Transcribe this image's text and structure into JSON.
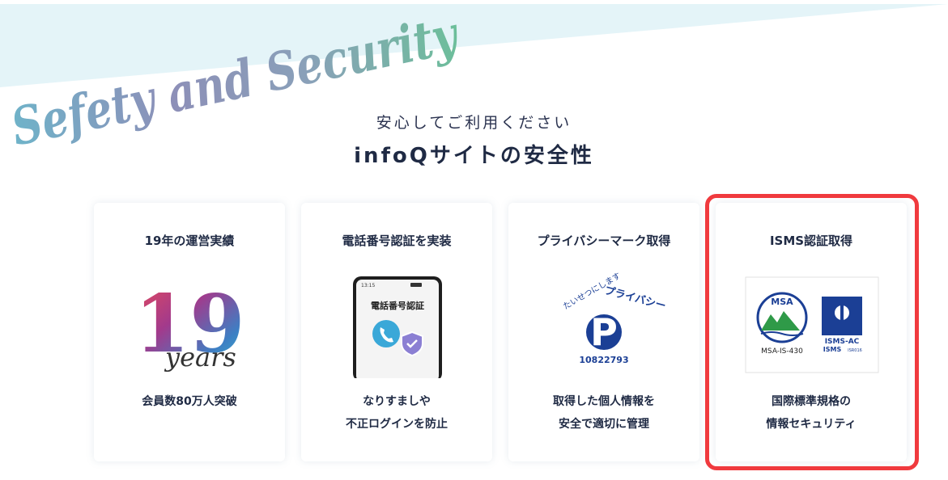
{
  "header": {
    "script_text": "Sefety and Security",
    "subtitle": "安心してご利用ください",
    "title": "infoQサイトの安全性"
  },
  "cards": [
    {
      "title": "19年の運営実績",
      "years_number": "19",
      "years_word": "years",
      "desc": [
        "会員数80万人突破"
      ]
    },
    {
      "title": "電話番号認証を実装",
      "phone_time": "13:15",
      "phone_label": "電話番号認証",
      "desc": [
        "なりすましや",
        "不正ログインを防止"
      ]
    },
    {
      "title": "プライバシーマーク取得",
      "mark_text_left": "たいせつにします",
      "mark_text_right": "プライバシー",
      "mark_letter": "P",
      "mark_number": "10822793",
      "desc": [
        "取得した個人情報を",
        "安全で適切に管理"
      ]
    },
    {
      "title": "ISMS認証取得",
      "msa_label": "MSA",
      "msa_code": "MSA-IS-430",
      "isms_ac": "ISMS-AC",
      "isms": "ISMS",
      "isms_std": "ISR016",
      "desc": [
        "国際標準規格の",
        "情報セキュリティ"
      ]
    }
  ],
  "colors": {
    "band": "#e4f4f8",
    "highlight": "#f03a3e",
    "isms_blue": "#1b3f95",
    "msa_green": "#2f9a48",
    "text": "#1f2a44"
  }
}
